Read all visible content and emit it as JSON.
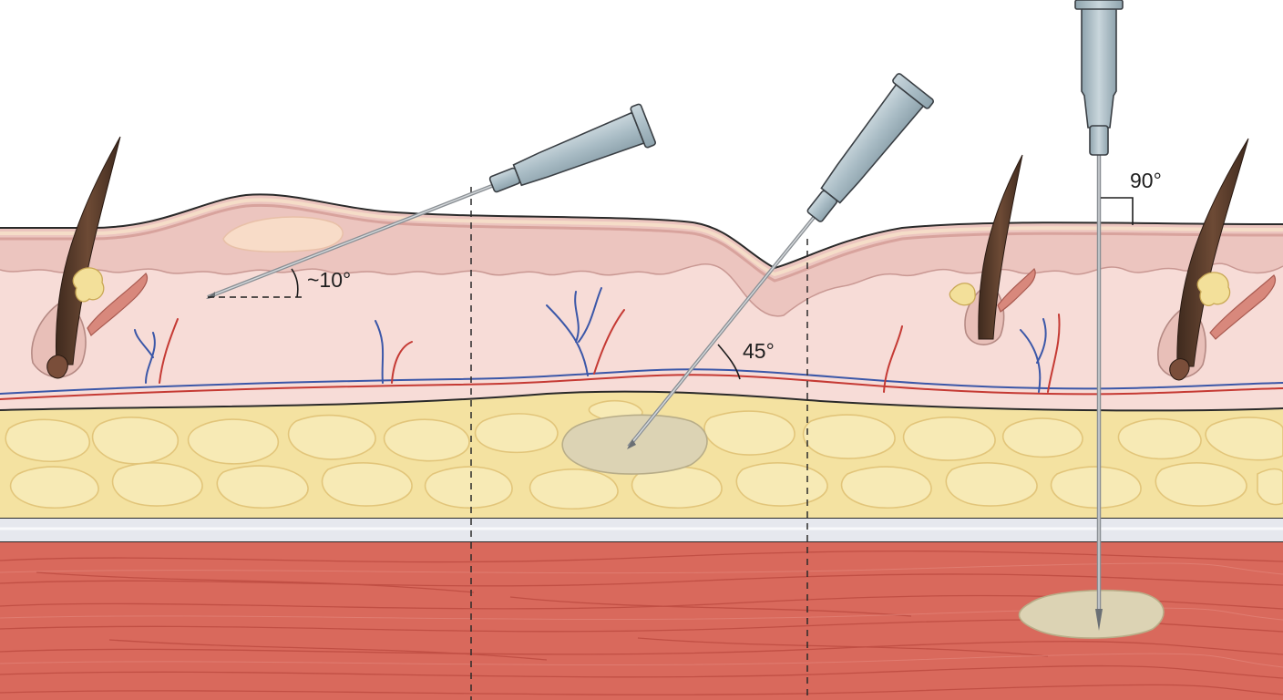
{
  "angles": {
    "intradermal": "~10°",
    "subcutaneous": "45°",
    "intramuscular": "90°"
  },
  "colors": {
    "epidermis": "#ecc5bf",
    "dermis": "#f7dcd7",
    "fat": "#f4e2a1",
    "fascia": "#e6e8ee",
    "muscle": "#d9695c",
    "syringe_hub": "#a9bcc5",
    "needle": "#8a8f94",
    "injected_fluid": "#dcd3b4",
    "hair": "#5b3b2b",
    "artery": "#c53a34",
    "vein": "#3b57a8"
  },
  "icons": {
    "hair_follicle": "hair-follicle-icon",
    "sebaceous_gland": "sebaceous-gland-icon",
    "arrector_pili": "arrector-pili-muscle-icon"
  }
}
